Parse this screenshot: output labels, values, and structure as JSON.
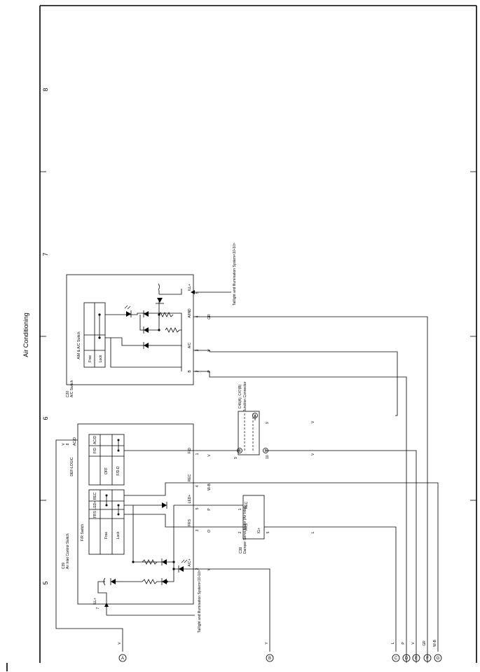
{
  "page": {
    "section_title": "Air Conditioning",
    "columns": [
      "5",
      "6",
      "7",
      "8"
    ]
  },
  "components": {
    "c20": {
      "code": "C20",
      "name": "A/C Switch",
      "inner_label": "A/M & A/C Switch",
      "switch_positions": [
        "Free",
        "Lock"
      ],
      "pins": [
        {
          "num": "2",
          "name": "B",
          "wire": "P"
        },
        {
          "num": "3",
          "name": "A/C",
          "wire": "V"
        },
        {
          "num": "4",
          "name": "A/IND",
          "wire": "GR"
        },
        {
          "num": "5",
          "name": "ILL+",
          "wire": ""
        }
      ],
      "ref_note": "Taillight and Illumination System<10-10>"
    },
    "c39": {
      "code": "C39",
      "name": "Air Inlet Control Switch",
      "fr_label": "F/R Switch",
      "fr_cols": [
        "FRS",
        "LED+",
        "REC"
      ],
      "fr_rows": [
        "Free",
        "Lock"
      ],
      "def_label": "DEF-LOGIC",
      "def_cols": [
        "F/D",
        "AC/D"
      ],
      "def_rows": [
        "OFF",
        "F/D-D"
      ],
      "pins": [
        {
          "num": "1",
          "name": "F/D",
          "wire": "V"
        },
        {
          "num": "4",
          "name": "REC",
          "wire": "W-B"
        },
        {
          "num": "5",
          "name": "LED+",
          "wire": "P"
        },
        {
          "num": "3",
          "name": "FRS",
          "wire": "O"
        },
        {
          "num": "2",
          "name": "A/C+",
          "wire": "Y"
        },
        {
          "num": "7",
          "name": "ILL+",
          "wire": ""
        },
        {
          "num": "8",
          "name": "AC/D",
          "wire": "V"
        }
      ],
      "ref_note": "Taillight and Illumination System<10-10>"
    },
    "c38": {
      "code": "C38",
      "name": "Damper Servo Motor (Air Inlet)",
      "pins": [
        {
          "num": "1",
          "name": "REC"
        },
        {
          "num": "2",
          "name": "FRS"
        },
        {
          "num": "5",
          "name": "IG+"
        }
      ],
      "wire_5": "L"
    },
    "junction": {
      "label": "Junction Connector",
      "codes": "C46(A), C47(B)",
      "pins": [
        "9",
        "10",
        "9"
      ],
      "letters": [
        "A",
        "B",
        "B"
      ],
      "wire": "V"
    }
  },
  "bottom_terminals": [
    {
      "id": "A",
      "wire": "V"
    },
    {
      "id": "B",
      "wire": "Y"
    },
    {
      "id": "C",
      "wire": "L"
    },
    {
      "id": "D",
      "wire": "P"
    },
    {
      "id": "E",
      "wire": "V"
    },
    {
      "id": "F",
      "wire": "GR"
    },
    {
      "id": "G",
      "wire": "W-B"
    }
  ]
}
